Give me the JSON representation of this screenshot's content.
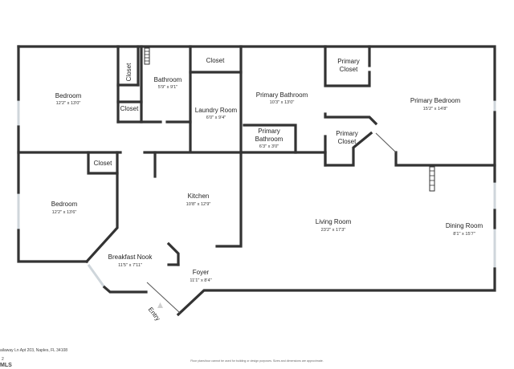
{
  "rooms": {
    "bedroom_top": {
      "name": "Bedroom",
      "dims": "12'2\" x 13'0\""
    },
    "closet_vertical": {
      "name": "Closet"
    },
    "closet_small": {
      "name": "Closet"
    },
    "bathroom": {
      "name": "Bathroom",
      "dims": "5'9\" x 9'1\""
    },
    "closet_laundry": {
      "name": "Closet"
    },
    "laundry_room": {
      "name": "Laundry Room",
      "dims": "6'0\" x 9'4\""
    },
    "primary_bathroom": {
      "name": "Primary Bathroom",
      "dims": "10'3\" x 13'0\""
    },
    "primary_bathroom_small": {
      "name_line1": "Primary",
      "name_line2": "Bathroom",
      "dims": "6'3\" x 3'0\""
    },
    "primary_closet_top": {
      "name_line1": "Primary",
      "name_line2": "Closet"
    },
    "primary_closet_bottom": {
      "name_line1": "Primary",
      "name_line2": "Closet"
    },
    "primary_bedroom": {
      "name": "Primary Bedroom",
      "dims": "15'2\" x 14'8\""
    },
    "closet_bedroom2": {
      "name": "Closet"
    },
    "bedroom_bottom": {
      "name": "Bedroom",
      "dims": "12'2\" x 13'6\""
    },
    "kitchen": {
      "name": "Kitchen",
      "dims": "10'8\" x 12'9\""
    },
    "living_room": {
      "name": "Living Room",
      "dims": "23'2\" x 17'3\""
    },
    "dining_room": {
      "name": "Dining Room",
      "dims": "8'1\" x 15'7\""
    },
    "breakfast_nook": {
      "name": "Breakfast Nook",
      "dims": "11'5\" x 7'11\""
    },
    "foyer": {
      "name": "Foyer",
      "dims": "11'1\" x 8'4\""
    }
  },
  "entry_label": "Entry",
  "footer": {
    "address": "ailaway Ln Apt 203, Naples, FL 34108",
    "disclaimer": "Floor plans/tour cannot be used for building or design purposes. Sizes and dimensions are approximate.",
    "brand": "MLS",
    "brand_prefix": "2"
  },
  "colors": {
    "wall": "#333333",
    "window": "#cfd6db",
    "background": "#ffffff"
  }
}
